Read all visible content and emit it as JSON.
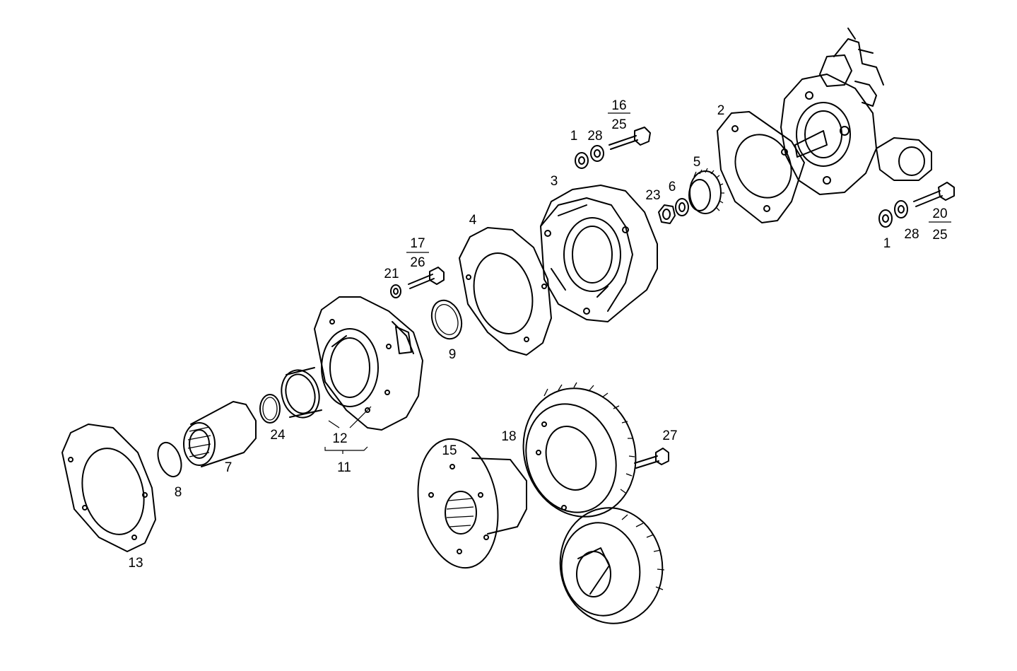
{
  "labels": {
    "l1a": "1",
    "l28a": "28",
    "l16": "16",
    "l25a": "25",
    "l2": "2",
    "l3": "3",
    "l4": "4",
    "l5": "5",
    "l6": "6",
    "l23": "23",
    "l17": "17",
    "l26": "26",
    "l21": "21",
    "l9": "9",
    "l1b": "1",
    "l28b": "28",
    "l20": "20",
    "l25b": "25",
    "l12": "12",
    "l11": "11",
    "l24": "24",
    "l7": "7",
    "l8": "8",
    "l13": "13",
    "l15": "15",
    "l18": "18",
    "l27": "27"
  }
}
